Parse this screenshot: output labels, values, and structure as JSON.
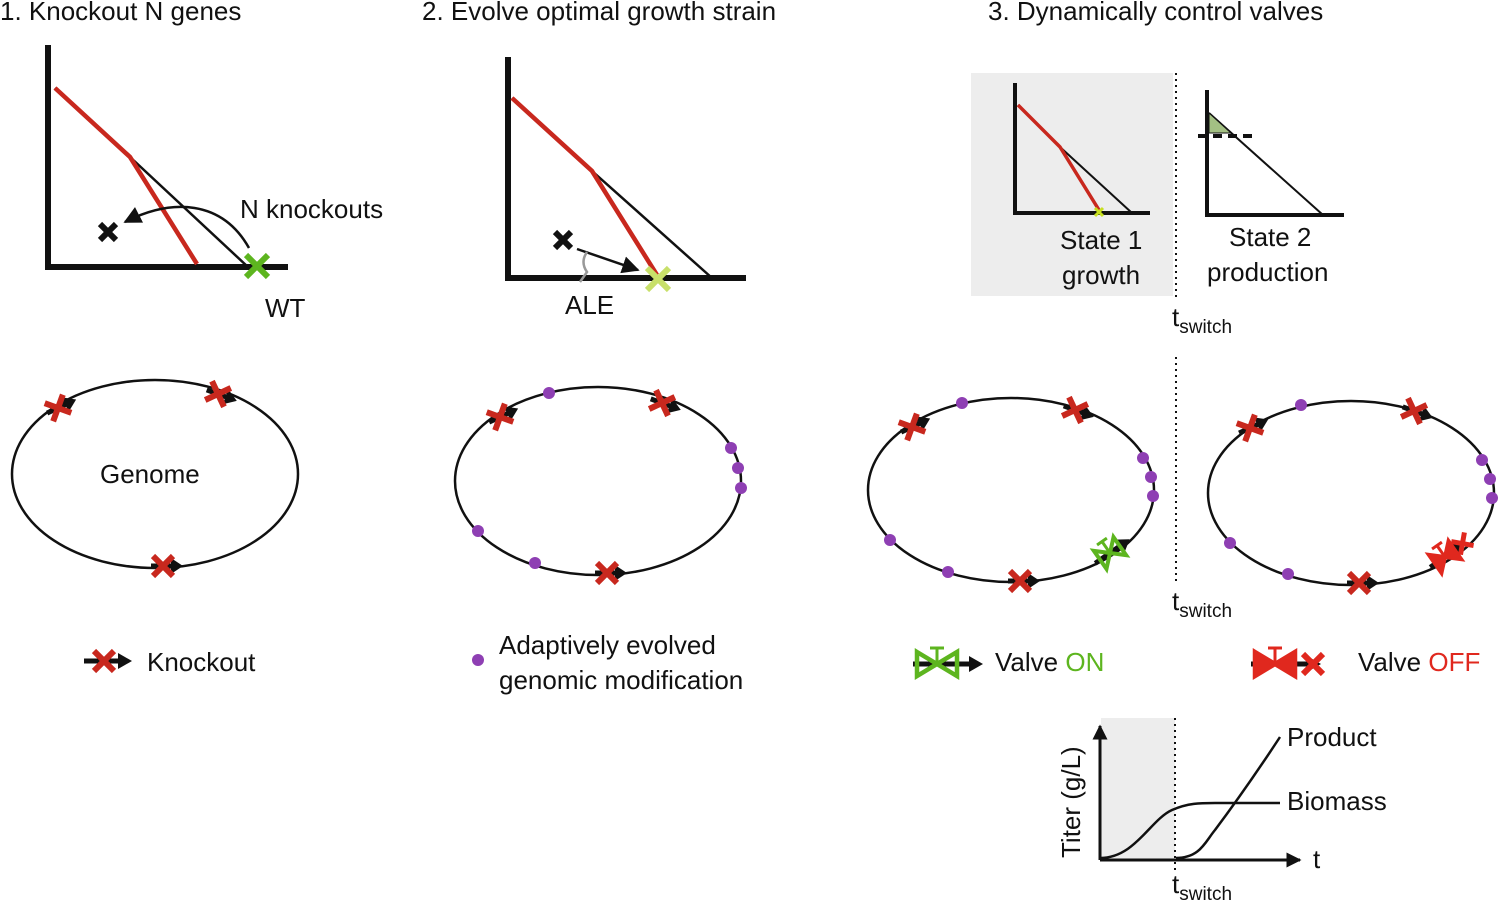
{
  "panel1": {
    "heading": "1. Knockout N genes",
    "annotation": "N knockouts",
    "wt_label": "WT",
    "genome_label": "Genome",
    "legend_label": "Knockout"
  },
  "panel2": {
    "heading": "2. Evolve optimal growth strain",
    "ale_label": "ALE",
    "legend_line1": "Adaptively evolved",
    "legend_line2": "genomic modification"
  },
  "panel3": {
    "heading": "3. Dynamically control valves",
    "state1_line1": "State 1",
    "state1_line2": "growth",
    "state2_line1": "State 2",
    "state2_line2": "production",
    "tswitch_main": "t",
    "tswitch_sub": "switch",
    "valve_on_prefix": "Valve ",
    "valve_on_word": "ON",
    "valve_off_prefix": "Valve ",
    "valve_off_word": "OFF",
    "chart_ylabel": "Titer (g/L)",
    "chart_xlabel": "t",
    "chart_series_1": "Product",
    "chart_series_2": "Biomass"
  },
  "colors": {
    "knockout_red": "#c8281e",
    "modification_purple": "#8e3fb3",
    "valve_on_green": "#5db51f",
    "valve_off_red": "#e0281e",
    "state_highlight_green": "#9acd32",
    "shade_gray": "#ededed"
  },
  "icons": [
    "knockout-x-icon",
    "gene-arrow-icon",
    "modification-dot-icon",
    "valve-on-icon",
    "valve-off-icon",
    "optimum-x-icon",
    "ale-bracket-icon"
  ]
}
